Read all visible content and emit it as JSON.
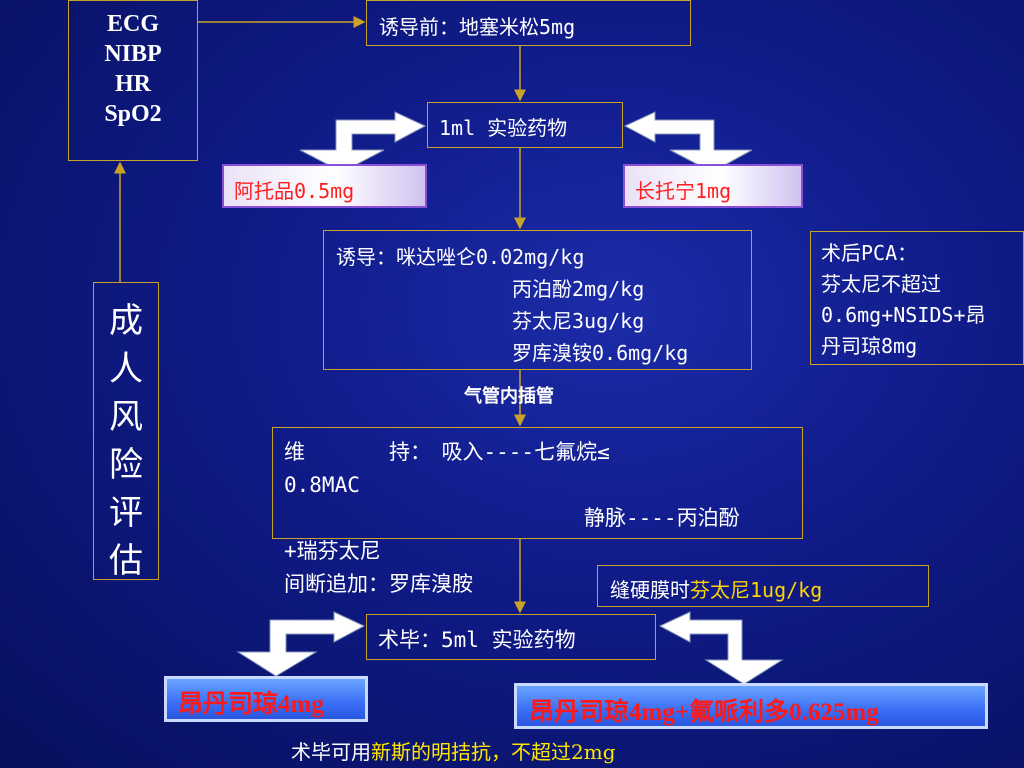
{
  "monitoring": [
    "ECG",
    "NIBP",
    "HR",
    "SpO2"
  ],
  "risk_assessment": [
    "成",
    "人",
    "风",
    "险",
    "评",
    "估"
  ],
  "premedication": "诱导前：地塞米松5mg",
  "study_drug_1": "1ml 实验药物",
  "atropine": "阿托品0.5mg",
  "changtuoning": "长托宁1mg",
  "induction": {
    "line1": "诱导：咪达唑仑0.02mg/kg",
    "line2": "丙泊酚2mg/kg",
    "line3": "芬太尼3ug/kg",
    "line4": "罗库溴铵0.6mg/kg"
  },
  "postop_pca": {
    "line1": "术后PCA：",
    "line2": "芬太尼不超过",
    "line3": "0.6mg+NSIDS+昂",
    "line4": "丹司琼8mg"
  },
  "intubation": "气管内插管",
  "maintenance": {
    "line1": "维　　　　持：　吸入----七氟烷≤",
    "line2": "0.8MAC",
    "line3": "静脉----丙泊酚",
    "line4": "+瑞芬太尼",
    "line5": "间断追加：罗库溴胺"
  },
  "epidural": {
    "prefix": "缝硬膜时",
    "drug": "芬太尼",
    "dose": "1ug/kg"
  },
  "study_drug_end": "术毕：5ml 实验药物",
  "ondansetron": "昂丹司琼4mg",
  "ondansetron_combo": "昂丹司琼4mg+氟哌利多0.625mg",
  "footer": {
    "prefix": "术毕可用",
    "highlight": "新斯的明拮抗，不超过2mg"
  },
  "colors": {
    "background": "#0f1a86",
    "border": "#c9a227",
    "red_text": "#ff1f1f",
    "yellow_text": "#ffd400"
  }
}
